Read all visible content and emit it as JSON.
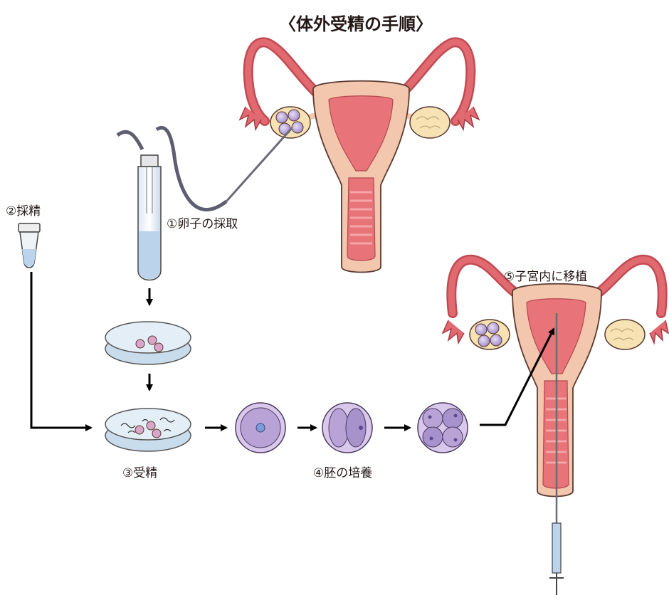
{
  "title": "〈体外受精の手順〉",
  "steps": {
    "egg_retrieval": "①卵子の採取",
    "sperm_collection": "②採精",
    "fertilization": "③受精",
    "embryo_culture": "④胚の培養",
    "transfer": "⑤子宮内に移植"
  },
  "colors": {
    "uterus_outer": "#f2c7ad",
    "uterus_inner": "#e8747a",
    "tube_red": "#d9535a",
    "ovary": "#f6e2b3",
    "egg": "#b9a3d6",
    "dish": "#d7e6f2",
    "arrow": "#000000"
  }
}
